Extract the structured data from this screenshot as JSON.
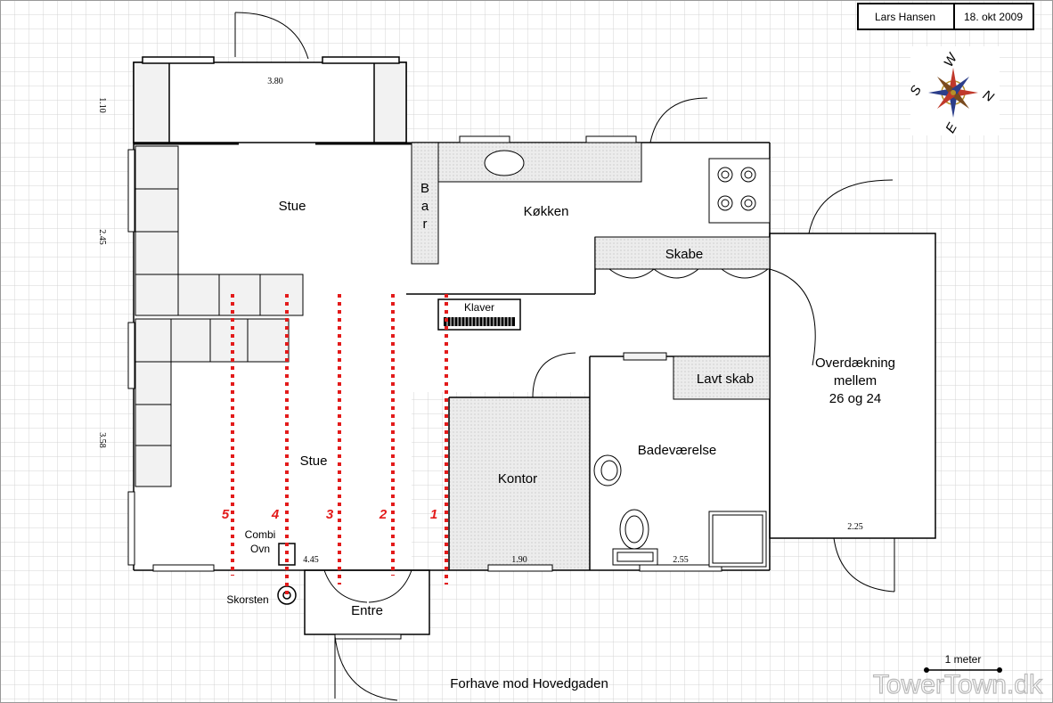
{
  "title_block": {
    "name": "Lars Hansen",
    "date": "18. okt 2009"
  },
  "rooms": {
    "stue_top": "Stue",
    "stue_bottom": "Stue",
    "kokken": "Køkken",
    "skabe": "Skabe",
    "klaver": "Klaver",
    "lavt_skab": "Lavt skab",
    "overdaekning": [
      "Overdækning",
      "mellem",
      "26 og 24"
    ],
    "badevaerelse": "Badeværelse",
    "kontor": "Kontor",
    "entre": "Entre",
    "combi_ovn": [
      "Combi",
      "Ovn"
    ],
    "skorsten": "Skorsten",
    "bar": [
      "B",
      "a",
      "r"
    ]
  },
  "dimensions": {
    "top": "3.80",
    "left_top": "1.10",
    "left_mid": "2.45",
    "left_bottom": "3.58",
    "bottom_stue": "4.45",
    "bottom_kontor": "1.90",
    "bottom_bad": "2.55",
    "overdaekning": "2.25"
  },
  "compass": {
    "n": "N",
    "e": "E",
    "s": "S",
    "w": "W"
  },
  "section_lines": [
    "1",
    "2",
    "3",
    "4",
    "5"
  ],
  "scale_label": "1 meter",
  "footer": "Forhave mod Hovedgaden",
  "watermark": "TowerTown.dk",
  "colors": {
    "section_line": "#e31b1b",
    "grid": "#d4d4d4",
    "counter": "#e8e8e8"
  }
}
